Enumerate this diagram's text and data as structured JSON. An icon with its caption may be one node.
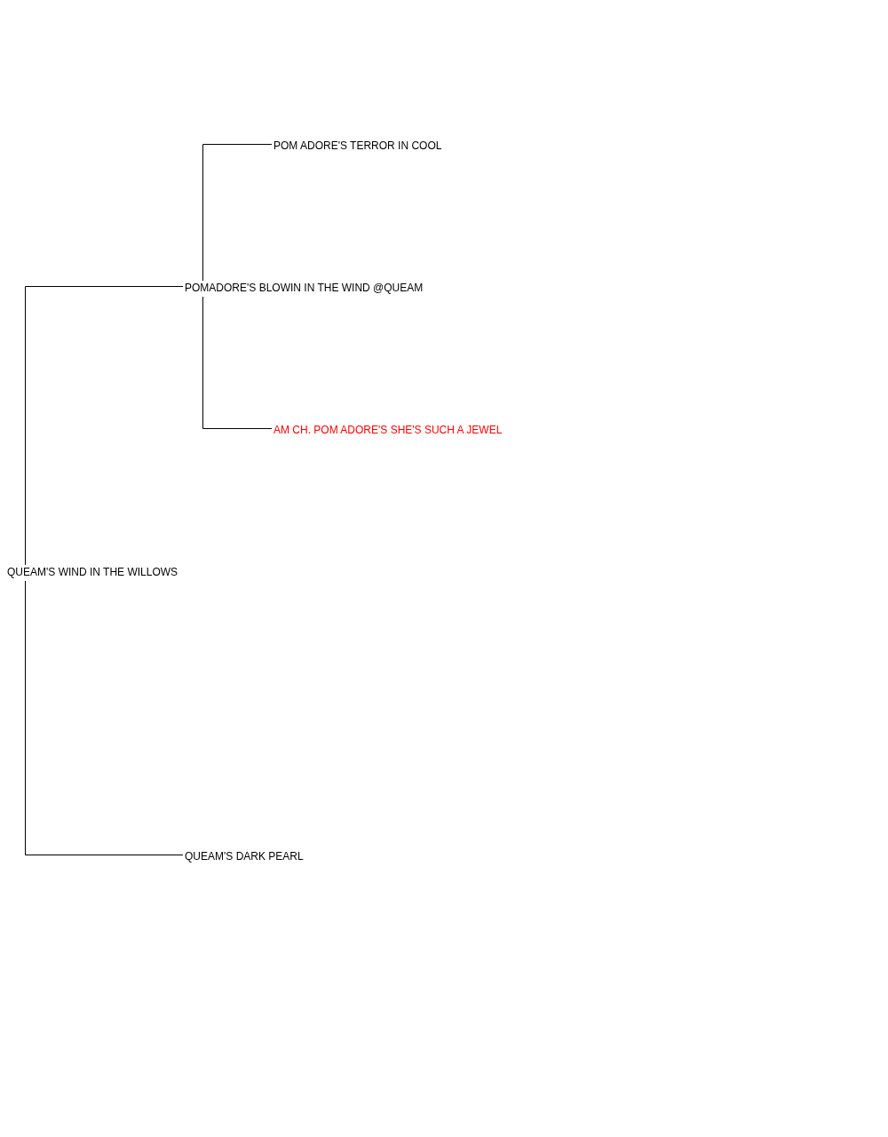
{
  "diagram": {
    "nodes": [
      {
        "text": [
          "POM ADORE'S TERROR IN COOL"
        ]
      },
      {
        "text": [
          "POMADORE'S BLOWIN IN THE WIND @QUEAM"
        ]
      },
      {
        "text": [
          "AM CH. POM ADORE'S SHE'S SUCH A JEWEL"
        ]
      },
      {
        "text": [
          "QUEAM'S WIND IN THE WILLOWS"
        ]
      },
      {
        "text": [
          "QUEAM'S DARK PEARL"
        ]
      }
    ],
    "edges": [
      {
        "from": 3,
        "to": 1,
        "arrow": "none"
      },
      {
        "from": 3,
        "to": 4,
        "arrow": "none"
      },
      {
        "from": 1,
        "to": 0,
        "arrow": "none"
      },
      {
        "from": 1,
        "to": 2,
        "arrow": "none"
      }
    ]
  }
}
